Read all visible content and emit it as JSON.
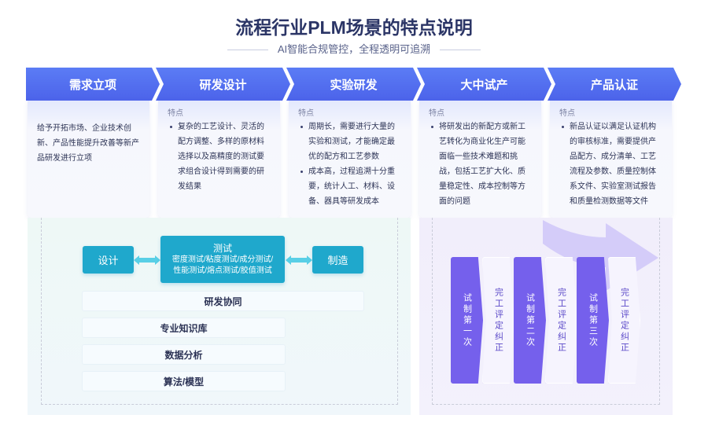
{
  "title": "流程行业PLM场景的特点说明",
  "subtitle": "AI智能合规管控，全程透明可追溯",
  "stages": [
    "需求立项",
    "研发设计",
    "实验研发",
    "大中试产",
    "产品认证"
  ],
  "cards": [
    {
      "label": "",
      "text": "给予开拓市场、企业技术创新、产品性能提升改善等新产品研发进行立项",
      "bullets": []
    },
    {
      "label": "特点",
      "bullets": [
        "复杂的工艺设计、灵活的配方调整、多样的原材料选择以及高精度的测试要求组合设计得到需要的研发结果"
      ]
    },
    {
      "label": "特点",
      "bullets": [
        "周期长，需要进行大量的实验和测试，才能确定最优的配方和工艺参数",
        "成本高，过程追溯十分重要，统计人工、材料、设备、器具等研发成本"
      ]
    },
    {
      "label": "特点",
      "bullets": [
        "将研发出的新配方或新工艺转化为商业化生产可能面临一些技术难题和挑战，包括工艺扩大化、质量稳定性、成本控制等方面的问题"
      ]
    },
    {
      "label": "特点",
      "bullets": [
        "新品认证以满足认证机构的审核标准，需要提供产品配方、成分清单、工艺流程及参数、质量控制体系文件、实验室测试报告和质量检测数据等文件"
      ]
    }
  ],
  "flow": {
    "design": "设计",
    "test_title": "测试",
    "test_line1": "密度测试/粘度测试/成分测试/",
    "test_line2": "性能测试/熔点测试/胶值测试",
    "manufacture": "制造"
  },
  "rows": [
    "研发协同",
    "专业知识库",
    "数据分析",
    "算法/模型"
  ],
  "trials": [
    "试制第一次",
    "完工评定纠正",
    "试制第二次",
    "完工评定纠正",
    "试制第三次",
    "完工评定纠正"
  ]
}
